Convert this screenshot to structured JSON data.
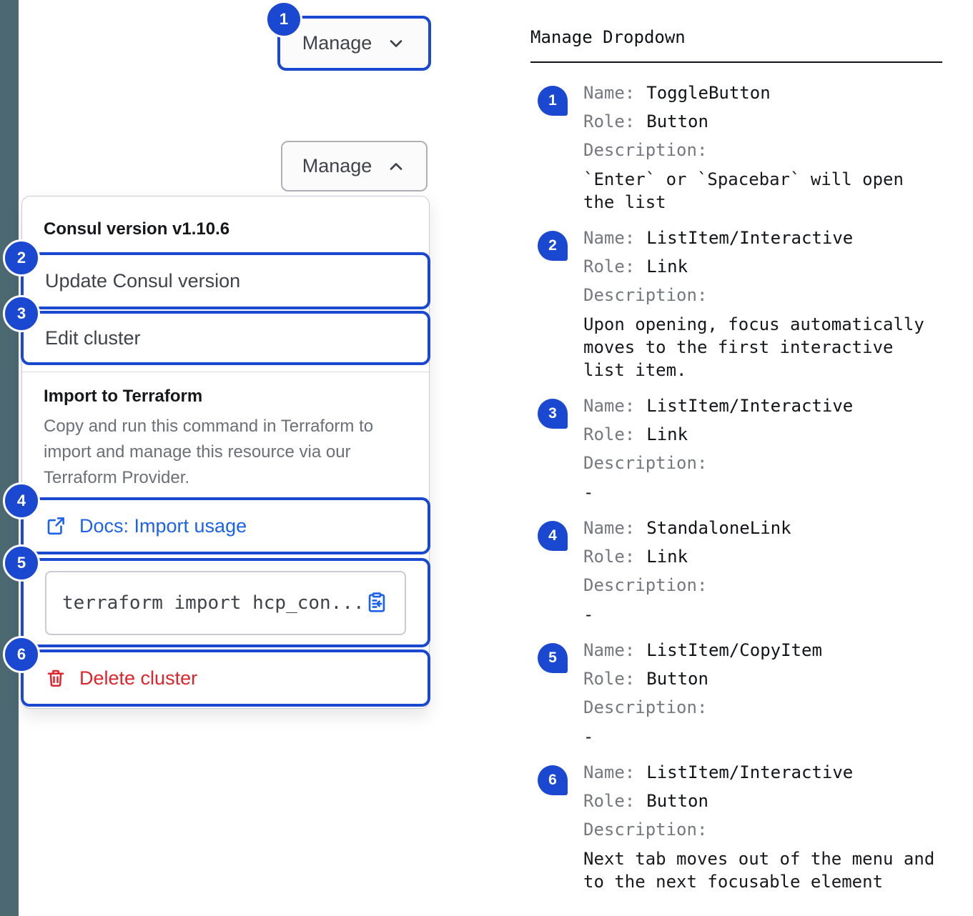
{
  "colors": {
    "annotation_blue": "#1B48D0",
    "link_blue": "#1C62EB",
    "danger_red": "#E0242D",
    "left_rail": "#4C6972"
  },
  "left": {
    "toggle_collapsed": {
      "label": "Manage"
    },
    "toggle_expanded": {
      "label": "Manage"
    },
    "badges": [
      "1",
      "2",
      "3",
      "4",
      "5",
      "6"
    ],
    "dropdown": {
      "version_header": "Consul version v1.10.6",
      "update_label": "Update Consul version",
      "edit_label": "Edit cluster",
      "import_header": "Import to Terraform",
      "import_description": "Copy and run this command in Terraform to import and manage this resource via our Terraform Provider.",
      "docs_link_label": "Docs: Import usage",
      "code_snippet": "terraform import hcp_con...",
      "delete_label": "Delete cluster"
    }
  },
  "right": {
    "title": "Manage Dropdown",
    "labels": {
      "name": "Name:",
      "role": "Role:",
      "description": "Description:"
    },
    "entries": [
      {
        "num": "1",
        "name": "ToggleButton",
        "role": "Button",
        "description": "`Enter` or `Spacebar` will open the list"
      },
      {
        "num": "2",
        "name": "ListItem/Interactive",
        "role": "Link",
        "description": "Upon opening, focus automatically moves to the first interactive list item."
      },
      {
        "num": "3",
        "name": "ListItem/Interactive",
        "role": "Link",
        "description": "-"
      },
      {
        "num": "4",
        "name": "StandaloneLink",
        "role": "Link",
        "description": "-"
      },
      {
        "num": "5",
        "name": "ListItem/CopyItem",
        "role": "Button",
        "description": "-"
      },
      {
        "num": "6",
        "name": "ListItem/Interactive",
        "role": "Button",
        "description": "Next tab moves out of the menu and to the next focusable element"
      }
    ]
  }
}
